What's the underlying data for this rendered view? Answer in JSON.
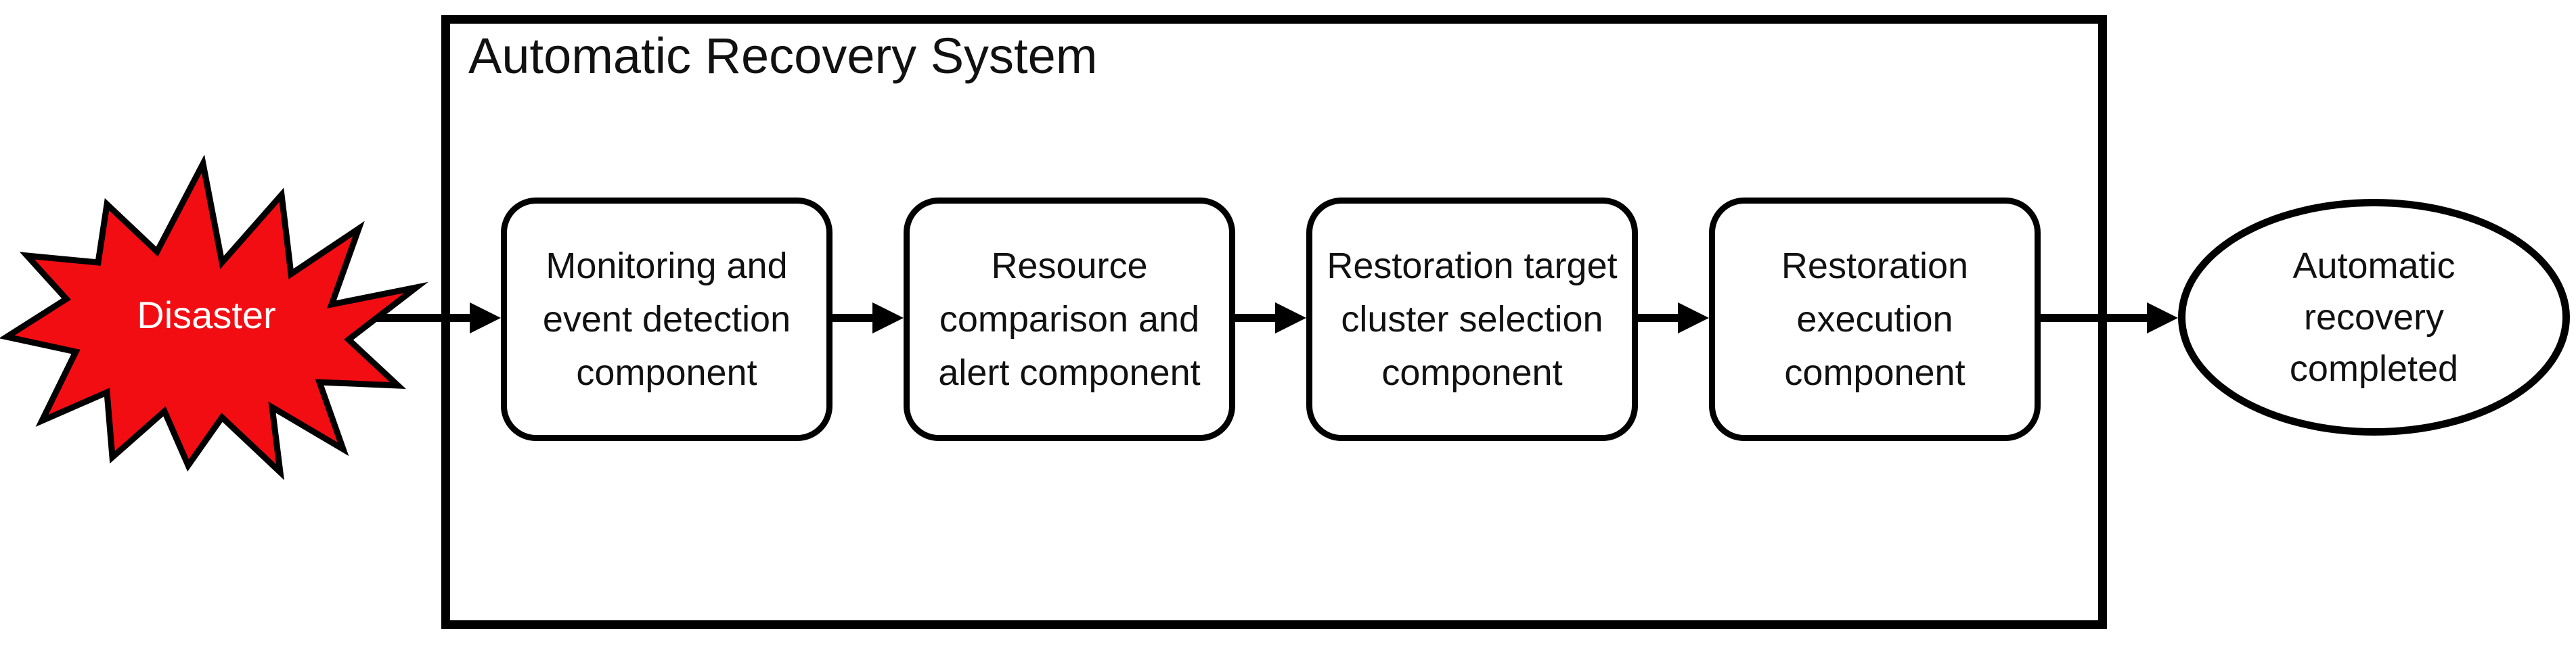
{
  "diagram": {
    "title": "Automatic Recovery System",
    "disaster_label": "Disaster",
    "components": [
      {
        "label": "Monitoring and\nevent detection\ncomponent"
      },
      {
        "label": "Resource\ncomparison and\nalert component"
      },
      {
        "label": "Restoration target\ncluster selection\ncomponent"
      },
      {
        "label": "Restoration\nexecution\ncomponent"
      }
    ],
    "end_state_label": "Automatic\nrecovery\ncompleted"
  },
  "colors": {
    "star_fill": "#f20d13",
    "stroke": "#000000",
    "box_fill": "#ffffff",
    "text": "#111111",
    "disaster_text": "#ffffff",
    "background": "#ffffff"
  }
}
